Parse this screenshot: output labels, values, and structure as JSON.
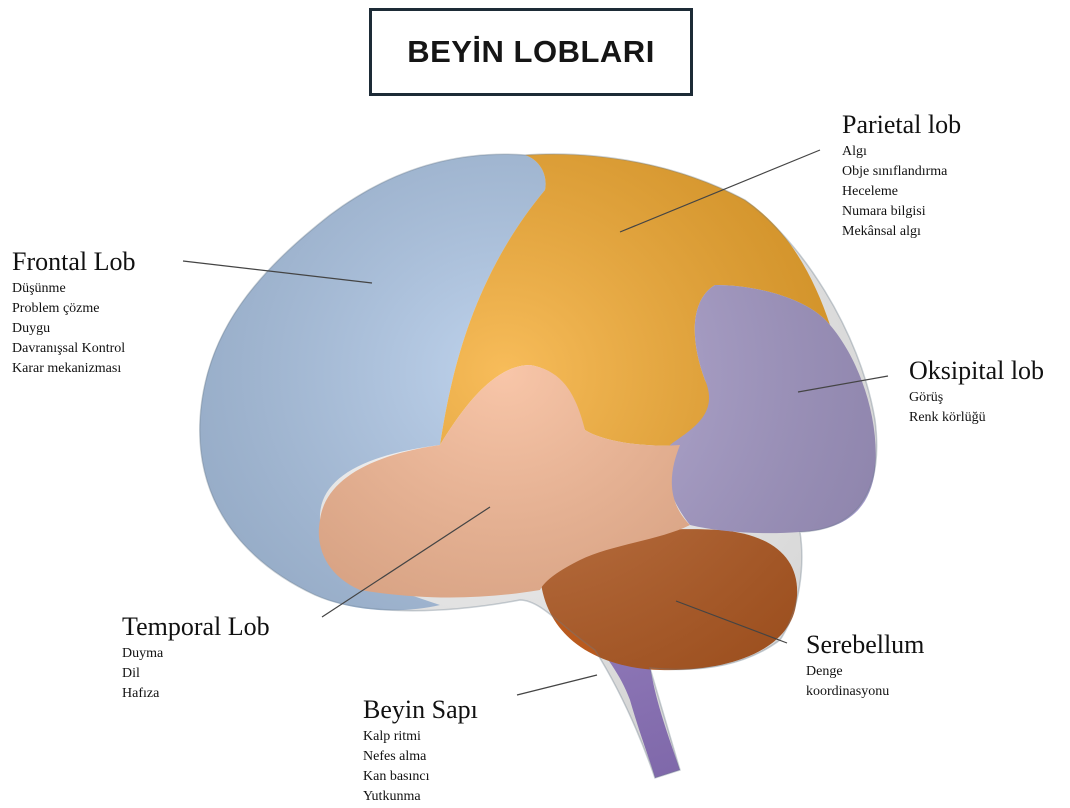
{
  "title": "BEYİN LOBLARI",
  "colors": {
    "frontal": "#a9c4e6",
    "parietal": "#f5a623",
    "occipital": "#a79bcc",
    "temporal": "#f6b38c",
    "cerebellum": "#b95a1e",
    "brainstem": "#9b7fcf"
  },
  "lobes": [
    {
      "id": "frontal",
      "name": "Frontal Lob",
      "functions": [
        "Düşünme",
        "Problem çözme",
        "Duygu",
        "Davranışsal Kontrol",
        "Karar mekanizması"
      ]
    },
    {
      "id": "parietal",
      "name": "Parietal lob",
      "functions": [
        "Algı",
        "Obje sınıflandırma",
        "Heceleme",
        "Numara bilgisi",
        "Mekânsal algı"
      ]
    },
    {
      "id": "occipital",
      "name": "Oksipital lob",
      "functions": [
        "Görüş",
        "Renk körlüğü"
      ]
    },
    {
      "id": "temporal",
      "name": "Temporal Lob",
      "functions": [
        "Duyma",
        "Dil",
        "Hafıza"
      ]
    },
    {
      "id": "cerebellum",
      "name": "Serebellum",
      "functions": [
        "Denge",
        "koordinasyonu"
      ]
    },
    {
      "id": "brainstem",
      "name": "Beyin Sapı",
      "functions": [
        "Kalp ritmi",
        "Nefes alma",
        "Kan basıncı",
        "Yutkunma"
      ]
    }
  ]
}
